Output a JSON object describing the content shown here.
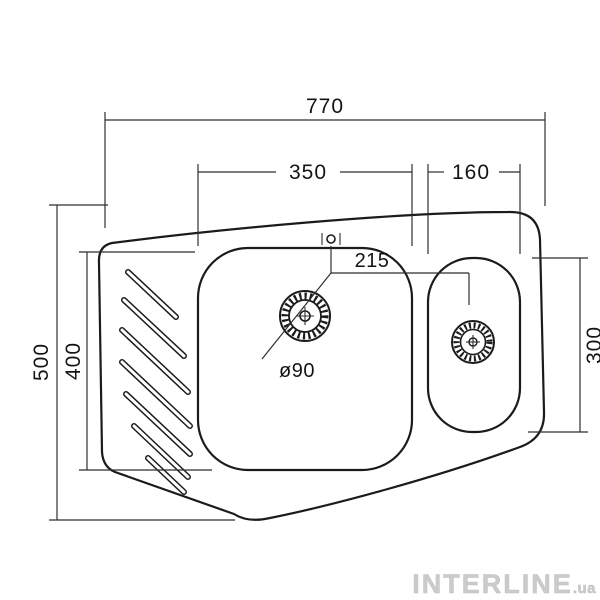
{
  "drawing": {
    "subject": "kitchen-sink-technical-drawing",
    "dimensions": {
      "overall_width": "770",
      "main_bowl_width": "350",
      "small_bowl_width": "160",
      "drain_distance": "215",
      "overall_depth": "500",
      "main_bowl_depth": "400",
      "small_bowl_depth": "300",
      "drain_diameter": "ø90"
    },
    "watermark": {
      "brand": "INTERLINE",
      "suffix": ".ua"
    }
  },
  "colors": {
    "line": "#1b1b1b",
    "dimension_line": "#2f2f2f",
    "text": "#141414",
    "watermark": "#cbcbcb",
    "background": "#ffffff"
  }
}
